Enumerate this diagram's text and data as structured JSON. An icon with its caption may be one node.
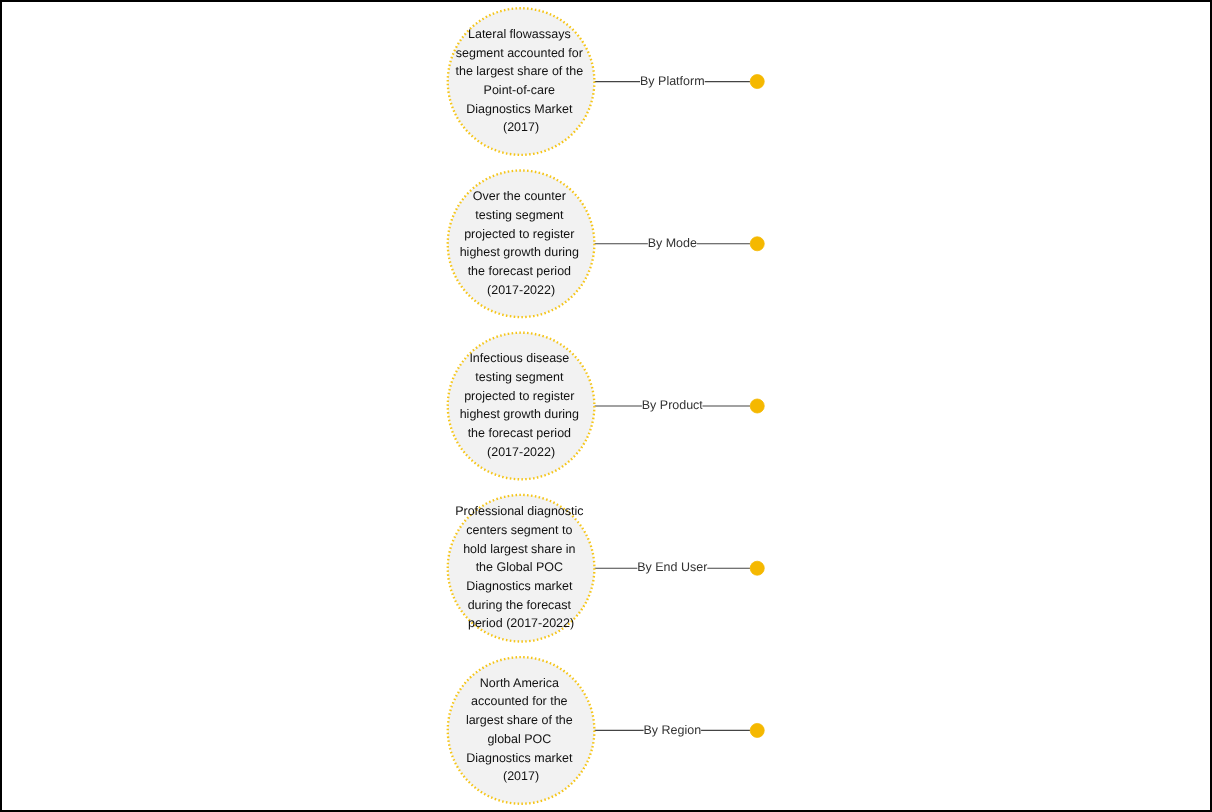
{
  "diagram": {
    "nodes": [
      {
        "text": [
          "Lateral flowassays segment accounted for the largest share of the Point-of-care Diagnostics Market (2017)"
        ]
      },
      {
        "text": [
          "Over the counter testing segment projected to register highest growth during the forecast period (2017-2022)"
        ]
      },
      {
        "text": [
          "Infectious disease testing segment projected to register highest growth during the forecast period (2017-2022)"
        ]
      },
      {
        "text": [
          "Professional diagnostic centers segment to hold largest share in the Global POC Diagnostics market during the forecast period (2017-2022)"
        ]
      },
      {
        "text": [
          "North America accounted for the largest share of the global POC Diagnostics market (2017)"
        ]
      },
      {
        "text": [],
        "shape": "circle"
      },
      {
        "text": [],
        "shape": "circle"
      },
      {
        "text": [],
        "shape": "circle"
      },
      {
        "text": [],
        "shape": "circle"
      },
      {
        "text": [],
        "shape": "circle"
      }
    ],
    "edges": [
      {
        "from": 0,
        "to": 5,
        "arrow": "none",
        "label": "By Platform"
      },
      {
        "from": 1,
        "to": 6,
        "arrow": "none",
        "label": "By Mode"
      },
      {
        "from": 2,
        "to": 7,
        "arrow": "none",
        "label": "By Product"
      },
      {
        "from": 3,
        "to": 8,
        "arrow": "none",
        "label": "By End User"
      },
      {
        "from": 4,
        "to": 9,
        "arrow": "none",
        "label": "By Region"
      }
    ]
  }
}
